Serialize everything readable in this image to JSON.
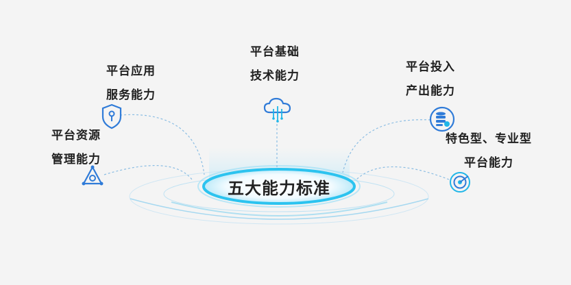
{
  "center": {
    "title": "五大能力标准"
  },
  "capabilities": [
    {
      "id": "resource",
      "line1": "平台资源",
      "line2": "管理能力",
      "icon": "triangle-network-icon"
    },
    {
      "id": "service",
      "line1": "平台应用",
      "line2": "服务能力",
      "icon": "shield-key-icon"
    },
    {
      "id": "tech",
      "line1": "平台基础",
      "line2": "技术能力",
      "icon": "cloud-circuit-icon"
    },
    {
      "id": "investment",
      "line1": "平台投入",
      "line2": "产出能力",
      "icon": "database-coin-icon"
    },
    {
      "id": "specialty",
      "line1": "特色型、专业型",
      "line2": "平台能力",
      "icon": "target-radar-icon"
    }
  ],
  "colors": {
    "accent": "#1fb6e8",
    "icon_blue": "#2f7bd8",
    "dashed_line": "#8bbde3"
  }
}
